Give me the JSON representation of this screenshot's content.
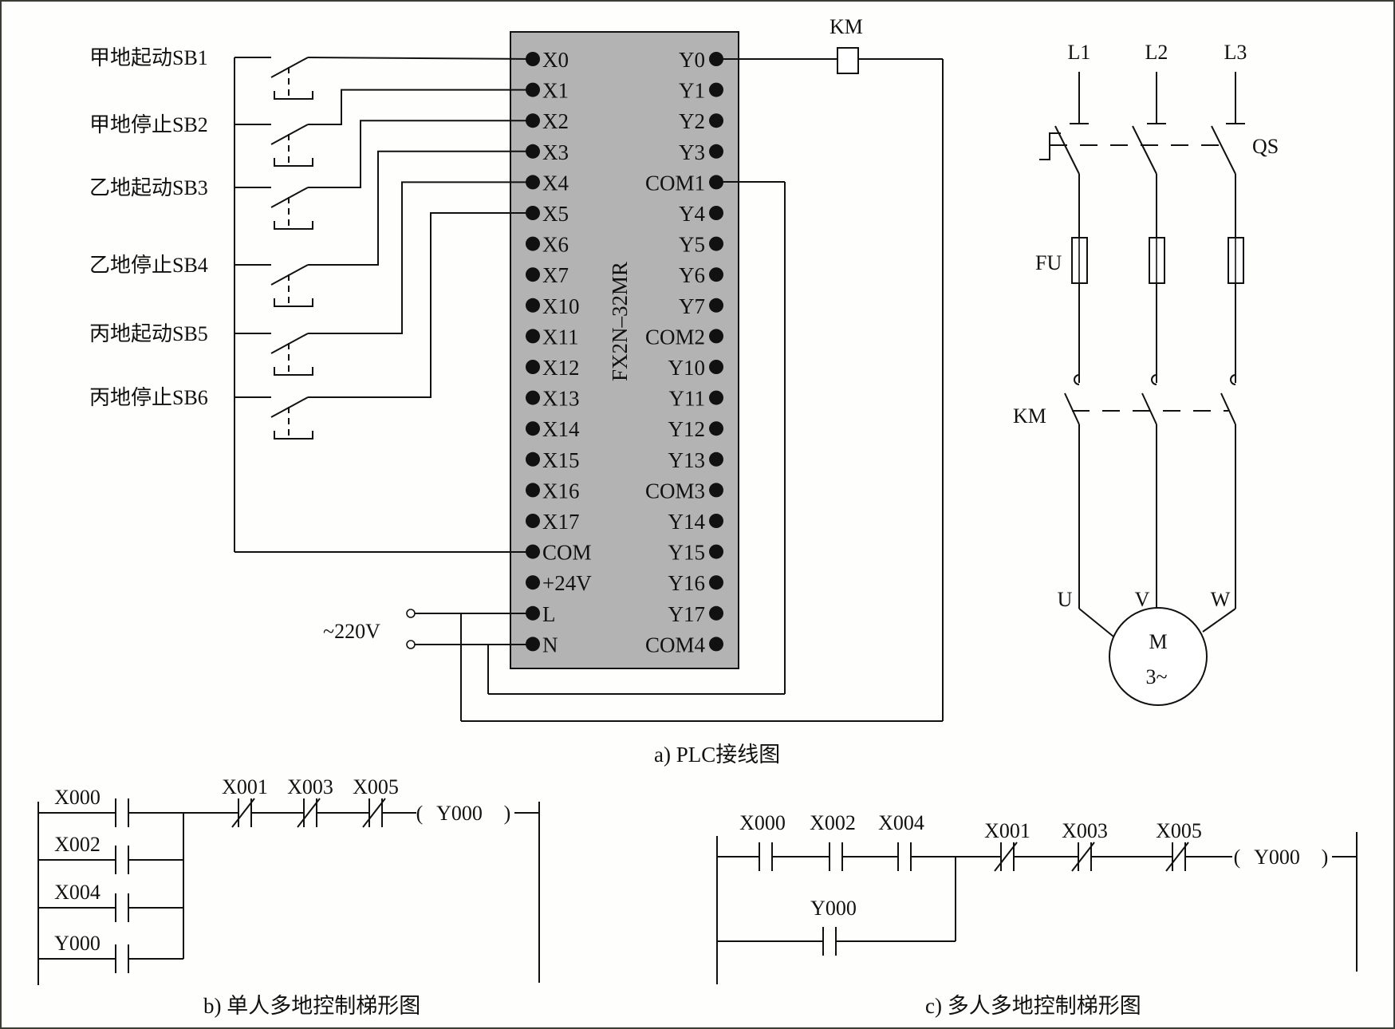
{
  "figure_a": {
    "caption": "a) PLC接线图",
    "plc_model": "FX2N–32MR",
    "plc_fill_color": "#b3b3b3",
    "buttons": [
      {
        "label": "甲地起动SB1",
        "input": "X0"
      },
      {
        "label": "甲地停止SB2",
        "input": "X1"
      },
      {
        "label": "乙地起动SB3",
        "input": "X2"
      },
      {
        "label": "乙地停止SB4",
        "input": "X3"
      },
      {
        "label": "丙地起动SB5",
        "input": "X4"
      },
      {
        "label": "丙地停止SB6",
        "input": "X5"
      }
    ],
    "left_terminals": [
      "X0",
      "X1",
      "X2",
      "X3",
      "X4",
      "X5",
      "X6",
      "X7",
      "X10",
      "X11",
      "X12",
      "X13",
      "X14",
      "X15",
      "X16",
      "X17",
      "COM",
      "+24V",
      "L",
      "N"
    ],
    "right_terminals": [
      "Y0",
      "Y1",
      "Y2",
      "Y3",
      "COM1",
      "Y4",
      "Y5",
      "Y6",
      "Y7",
      "COM2",
      "Y10",
      "Y11",
      "Y12",
      "Y13",
      "COM3",
      "Y14",
      "Y15",
      "Y16",
      "Y17",
      "COM4"
    ],
    "coil_label": "KM",
    "supply_label": "~220V",
    "power_circuit": {
      "phases": [
        "L1",
        "L2",
        "L3"
      ],
      "switch_label": "QS",
      "fuse_label": "FU",
      "contactor_label": "KM",
      "motor_terminals": [
        "U",
        "V",
        "W"
      ],
      "motor_label": "M",
      "motor_sub": "3~"
    }
  },
  "figure_b": {
    "caption": "b) 单人多地控制梯形图",
    "parallel_contacts": [
      "X000",
      "X002",
      "X004",
      "Y000"
    ],
    "series_nc_contacts": [
      "X001",
      "X003",
      "X005"
    ],
    "coil": "Y000"
  },
  "figure_c": {
    "caption": "c) 多人多地控制梯形图",
    "series_no_contacts": [
      "X000",
      "X002",
      "X004"
    ],
    "hold_contact": "Y000",
    "series_nc_contacts": [
      "X001",
      "X003",
      "X005"
    ],
    "coil": "Y000"
  }
}
